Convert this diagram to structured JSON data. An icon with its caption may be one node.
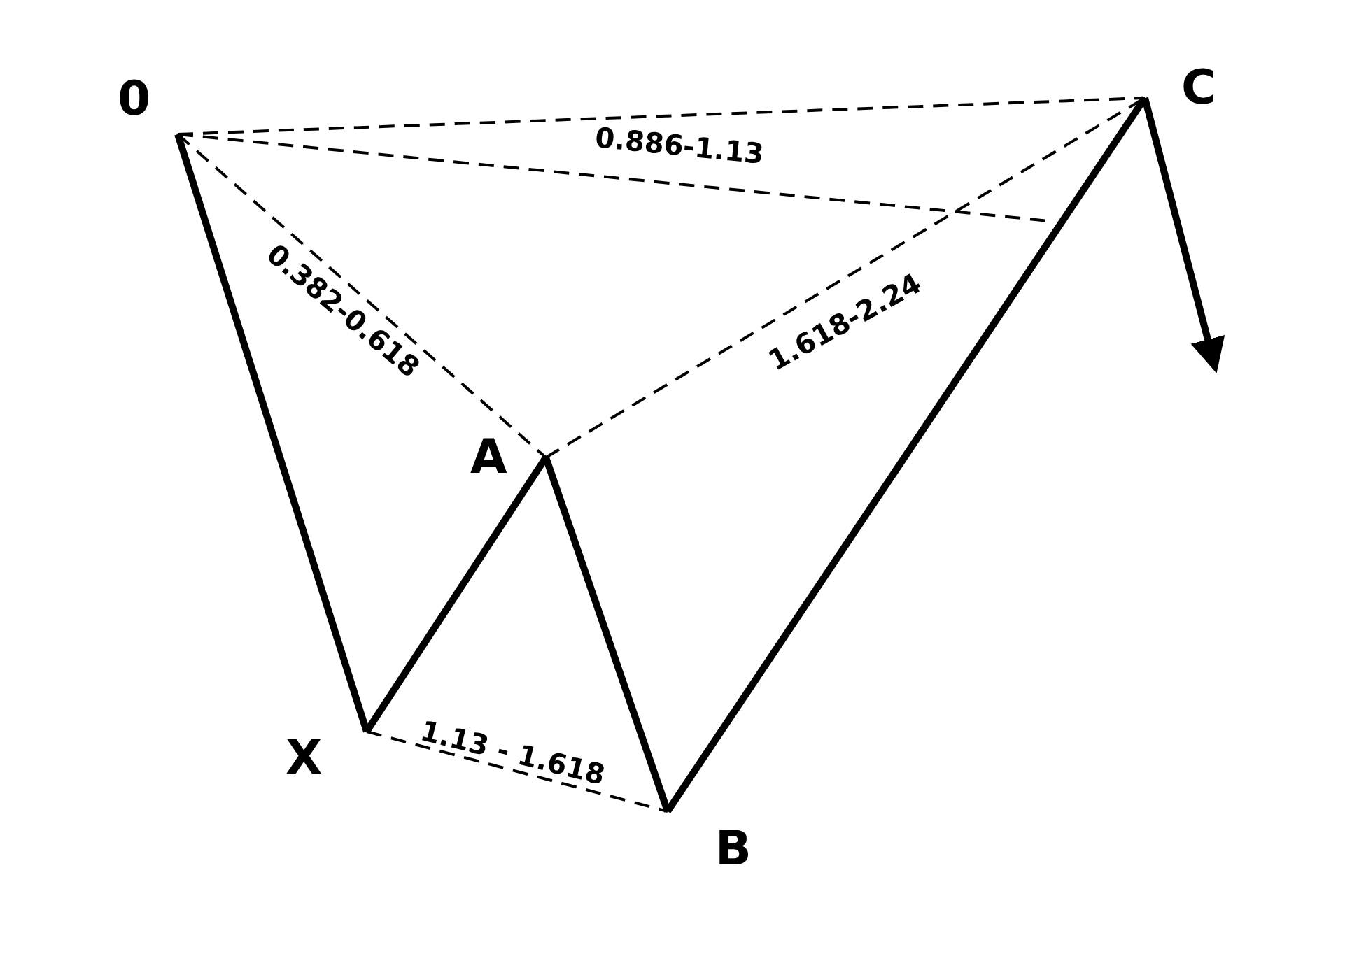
{
  "diagram": {
    "nodes": [
      {
        "text": [
          "0"
        ]
      },
      {
        "text": [
          "X"
        ]
      },
      {
        "text": [
          "A"
        ]
      },
      {
        "text": [
          "B"
        ]
      },
      {
        "text": [
          "C"
        ]
      }
    ],
    "edges": [
      {
        "from": 0,
        "to": 1,
        "arrow": "none",
        "style": "thick"
      },
      {
        "from": 1,
        "to": 2,
        "arrow": "none",
        "style": "thick"
      },
      {
        "from": 2,
        "to": 3,
        "arrow": "none",
        "style": "thick"
      },
      {
        "from": 3,
        "to": 4,
        "arrow": "none",
        "style": "thick"
      },
      {
        "from": 4,
        "to": null,
        "arrow": "to",
        "style": "thick"
      },
      {
        "from": 0,
        "to": 2,
        "arrow": "none",
        "style": "dashed",
        "label": "0.382-0.618"
      },
      {
        "from": 1,
        "to": 3,
        "arrow": "none",
        "style": "dashed",
        "label": "1.13 - 1.618"
      },
      {
        "from": 2,
        "to": 4,
        "arrow": "none",
        "style": "dashed",
        "label": "1.618-2.24"
      },
      {
        "from": 0,
        "to": 4,
        "arrow": "none",
        "style": "dashed"
      },
      {
        "from": 0,
        "to": null,
        "arrow": "none",
        "style": "dashed",
        "label": "0.886-1.13"
      }
    ]
  }
}
